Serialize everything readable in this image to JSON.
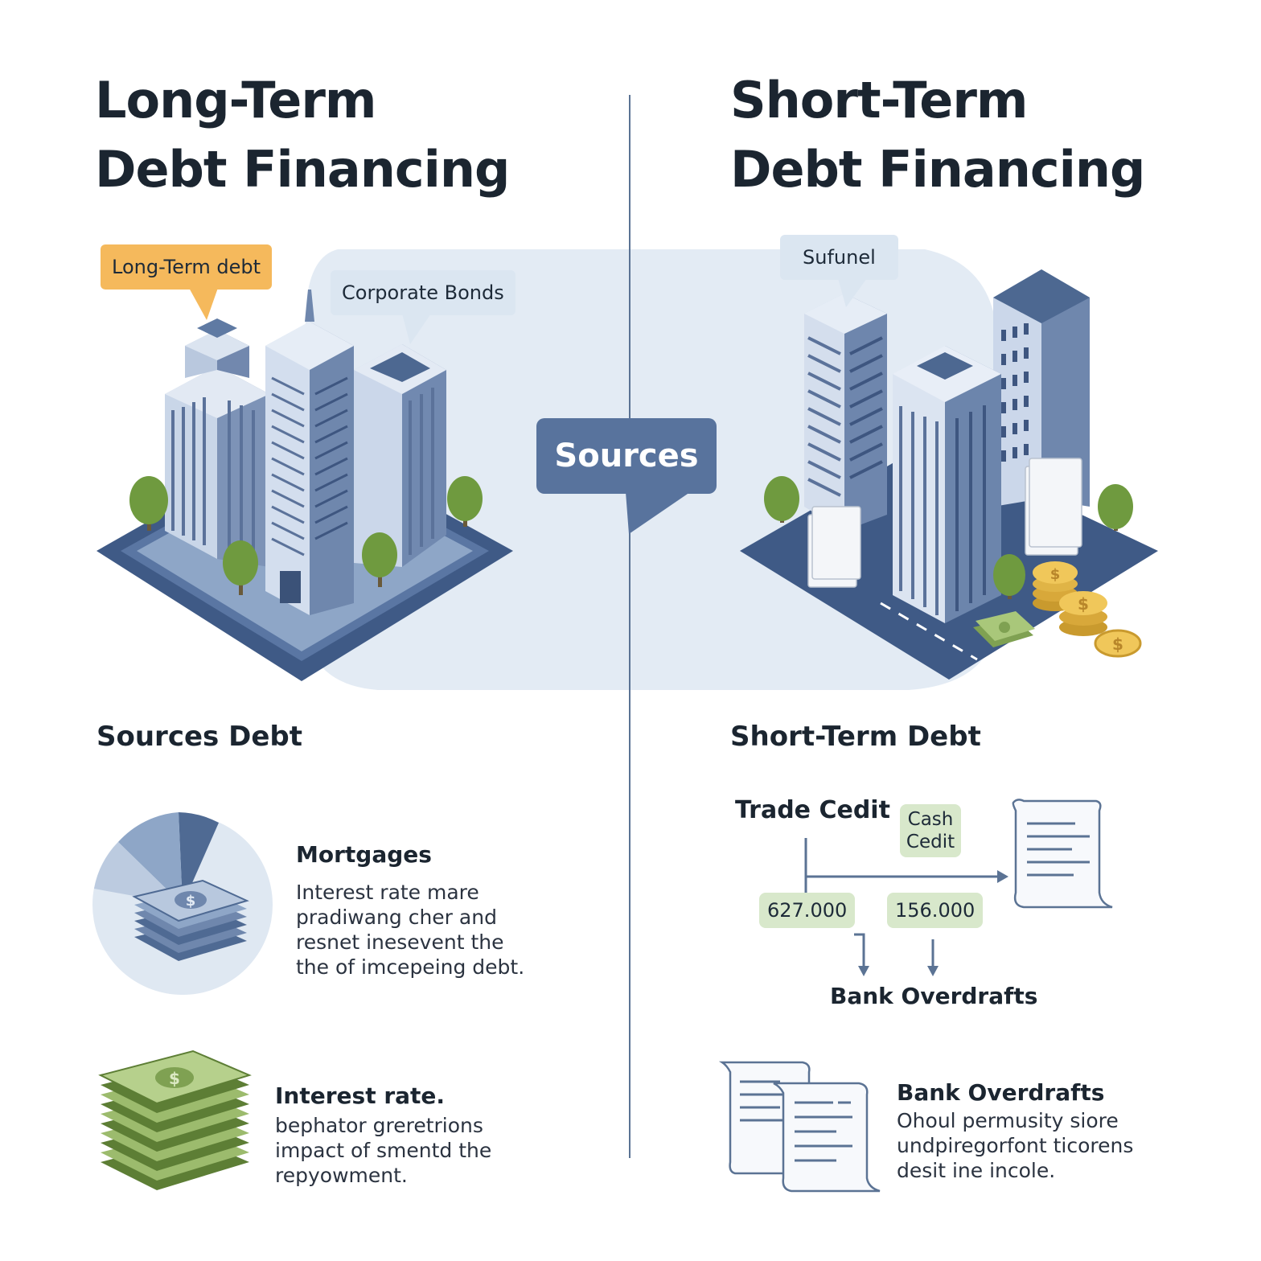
{
  "left": {
    "title_line1": "Long-Term",
    "title_line2": "Debt Financing",
    "callout_debt": "Long-Term debt",
    "callout_bonds": "Corporate Bonds",
    "section_heading": "Sources Debt",
    "mortgages": {
      "heading": "Mortgages",
      "body": "Interest rate mare\npradiwang cher and\nresnet inesevent the\nthe of imcepeing debt."
    },
    "interest": {
      "heading": "Interest rate.",
      "body": "bephator greretrions\nimpact of smentd the\nrepyowment."
    }
  },
  "center": {
    "label": "Sources"
  },
  "right": {
    "title_line1": "Short-Term",
    "title_line2": "Debt Financing",
    "callout": "Sufunel",
    "section_heading": "Short-Term Debt",
    "trade_credit": "Trade Cedit",
    "cash_credit_line1": "Cash",
    "cash_credit_line2": "Cedit",
    "value_a": "627.000",
    "value_b": "156.000",
    "flow_target": "Bank Overdrafts",
    "overdrafts": {
      "heading": "Bank Overdrafts",
      "body": "Ohoul permusity siore\nundpiregorfont ticorens\ndesit ine incole."
    }
  },
  "colors": {
    "navy": "#4f6a93",
    "dark_navy": "#3b5278",
    "light_blue_bg": "#e4ecf5",
    "orange": "#f5b95c",
    "green_money": "#9cbb6d",
    "gold": "#e8b84a",
    "tree": "#6f9a3f"
  },
  "icons": [
    "building-icon",
    "tree-icon",
    "coin-icon",
    "cash-stack-icon",
    "document-icon",
    "pie-chart-icon",
    "arrow-icon"
  ]
}
